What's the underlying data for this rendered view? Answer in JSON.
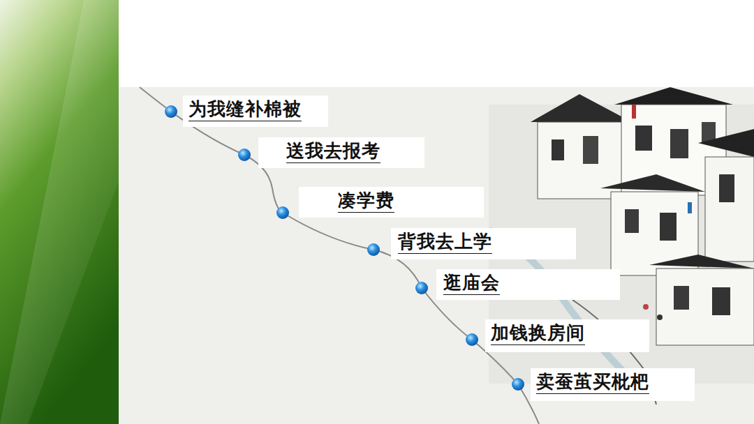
{
  "diagram": {
    "nodes": [
      {
        "text": [
          "为我缝补棉被"
        ]
      },
      {
        "text": [
          "送我去报考"
        ]
      },
      {
        "text": [
          "凑学费"
        ]
      },
      {
        "text": [
          "背我去上学"
        ]
      },
      {
        "text": [
          "逛庙会"
        ]
      },
      {
        "text": [
          "加钱换房间"
        ]
      },
      {
        "text": [
          "卖蚕茧买枇杷"
        ]
      }
    ]
  }
}
